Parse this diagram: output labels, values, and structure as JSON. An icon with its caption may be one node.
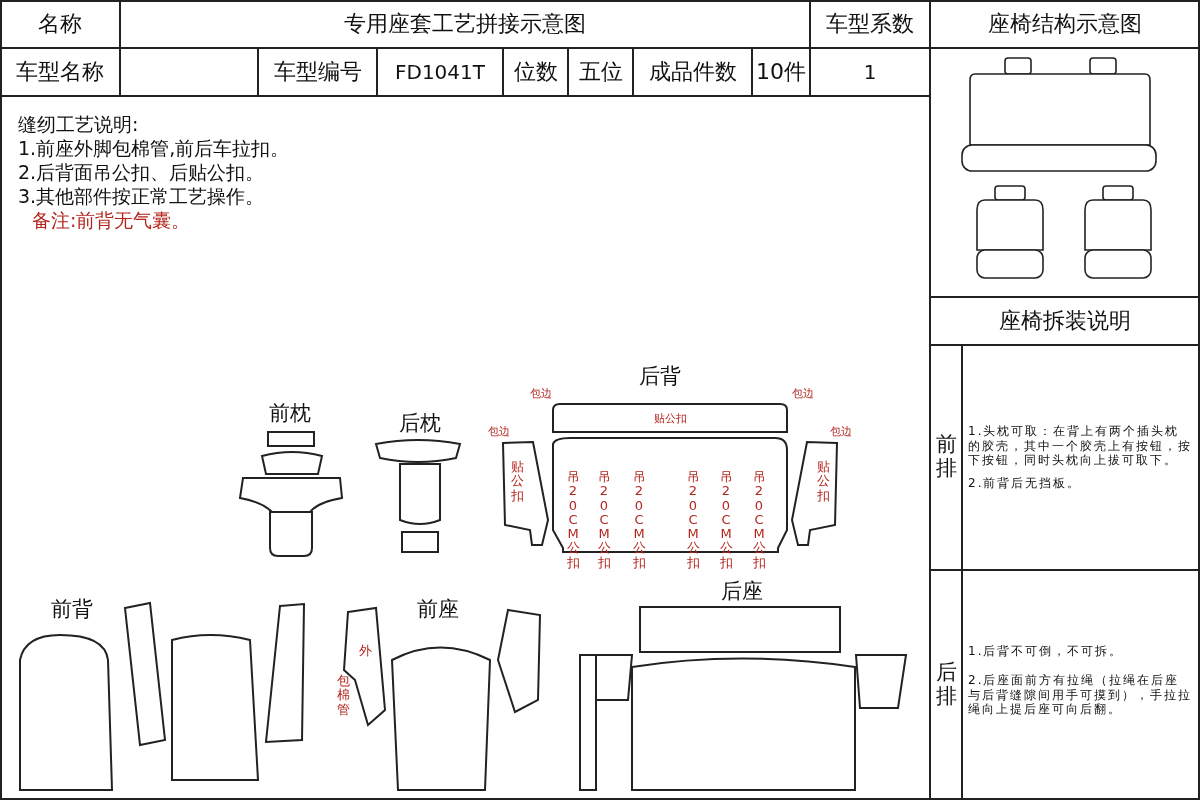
{
  "diagram": {
    "title": "专用座套工艺拼接示意图",
    "labels": [
      "名称",
      "车型系数",
      "座椅结构示意图",
      "车型名称",
      "车型编号",
      "FD1041T",
      "位数",
      "五位",
      "成品件数",
      "10件",
      "1",
      "缝纫工艺说明:",
      "1.前座外脚包棉管,前后车拉扣。",
      "2.后背面吊公扣、后贴公扣。",
      "3.其他部件按正常工艺操作。",
      "备注:前背无气囊。",
      "座椅拆装说明",
      "前排",
      "1.头枕可取：在背上有两个插头枕的胶壳，其中一个胶壳上有按钮，按下按钮，同时头枕向上拔可取下。",
      "2.前背后无挡板。",
      "后排",
      "1.后背不可倒，不可拆。",
      "2.后座面前方有拉绳（拉绳在后座与后背缝隙间用手可摸到），手拉拉绳向上提后座可向后翻。",
      "后背",
      "包边",
      "贴公扣",
      "包边",
      "前枕",
      "后枕",
      "包边",
      "贴公扣",
      "吊20CM公扣",
      "吊20CM公扣",
      "吊20CM公扣",
      "吊20CM公扣",
      "吊20CM公扣",
      "吊20CM公扣",
      "包边",
      "贴公扣",
      "后座",
      "前背",
      "前座",
      "外",
      "包棉管"
    ]
  }
}
